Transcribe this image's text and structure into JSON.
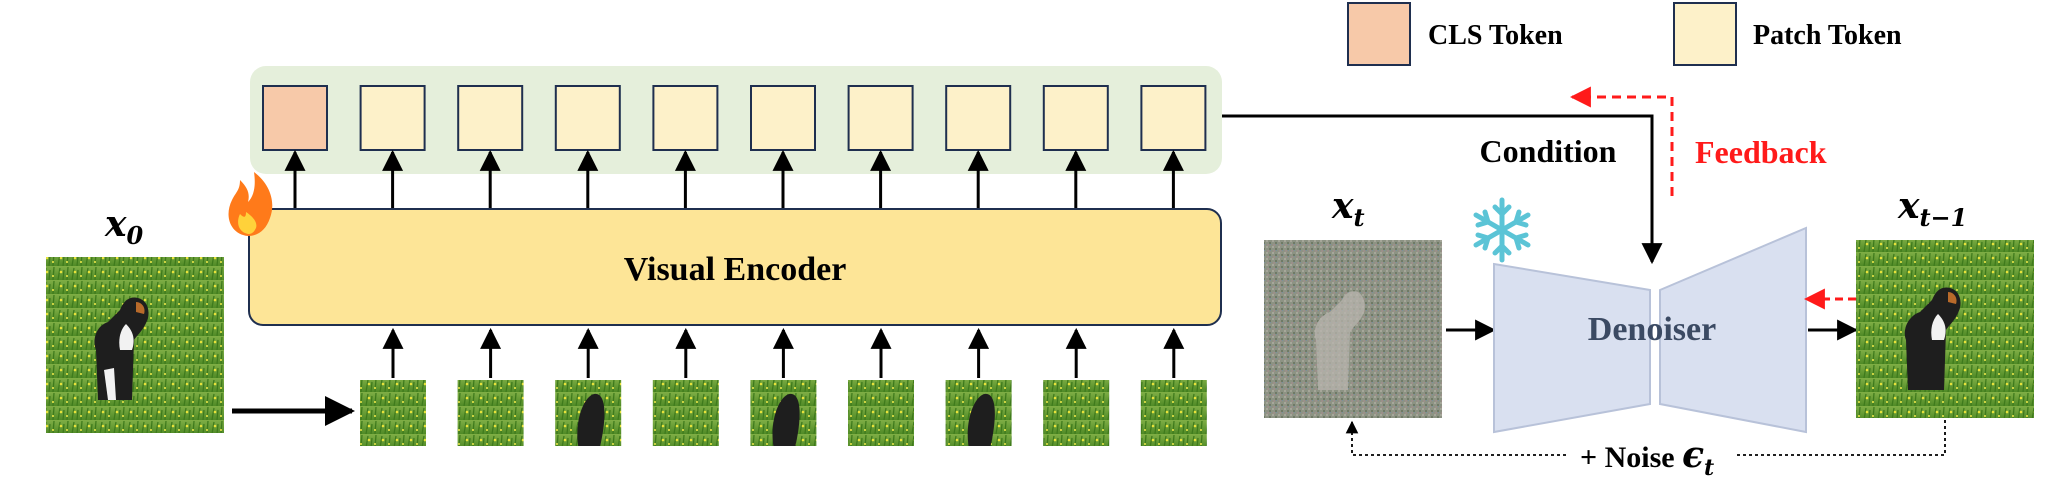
{
  "legend": {
    "cls_label": "CLS Token",
    "patch_label": "Patch Token"
  },
  "encoder": {
    "label": "Visual Encoder",
    "token_count": 10,
    "patch_count": 9
  },
  "inputs": {
    "x0": "x",
    "x0_sub": "0",
    "xt": "x",
    "xt_sub": "t",
    "xt1": "x",
    "xt1_sub": "t−1"
  },
  "denoiser": {
    "label": "Denoiser",
    "condition_label": "Condition",
    "feedback_label": "Feedback",
    "noise_label": "+ Noise ",
    "noise_symbol": "ϵ",
    "noise_sub": "t"
  },
  "colors": {
    "cls_token": "#f7c9a9",
    "patch_token": "#fdf1c9",
    "token_panel": "#e5efdb",
    "encoder_fill": "#fde597",
    "denoiser_fill": "#d9e0f0",
    "feedback": "#ff1a1a",
    "snowflake": "#5bc4d6",
    "fire": "#ff7a1a"
  },
  "icons": {
    "trainable": "fire-icon",
    "frozen": "snowflake-icon"
  }
}
